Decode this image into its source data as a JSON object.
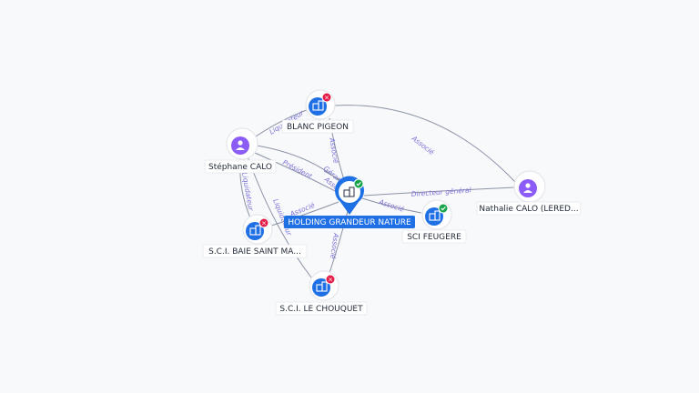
{
  "colors": {
    "company": "#1f6fe5",
    "person": "#8b5cf6",
    "active_badge": "#16a34a",
    "inactive_badge": "#e11d48",
    "edge": "#8a93a6",
    "edge_label": "#7a6fd6"
  },
  "nodes": {
    "holding": {
      "label": "HOLDING GRANDEUR NATURE",
      "kind": "company",
      "status": "active",
      "icon": "building-icon"
    },
    "blanc": {
      "label": "BLANC PIGEON",
      "kind": "company",
      "status": "inactive",
      "icon": "building-icon"
    },
    "stephane": {
      "label": "Stéphane CALO",
      "kind": "person",
      "icon": "person-icon"
    },
    "nathalie": {
      "label": "Nathalie CALO (LERED...",
      "kind": "person",
      "icon": "person-icon"
    },
    "sci_feugere": {
      "label": "SCI FEUGERE",
      "kind": "company",
      "status": "active",
      "icon": "building-icon"
    },
    "baie": {
      "label": "S.C.I. BAIE SAINT MA...",
      "kind": "company",
      "status": "inactive",
      "icon": "building-icon"
    },
    "chouquet": {
      "label": "S.C.I. LE CHOUQUET",
      "kind": "company",
      "status": "inactive",
      "icon": "building-icon"
    }
  },
  "edges": {
    "stephane_blanc": "Liquidateur",
    "stephane_holding": "Président",
    "stephane_holding_gerant": "Gérant",
    "stephane_baie": "Liquidateur",
    "stephane_chouquet": "Liquidateur",
    "blanc_holding": "Associé",
    "nathalie_blanc": "Associé",
    "nathalie_holding": "Directeur général",
    "holding_sci": "Associé",
    "holding_baie": "Associé",
    "holding_chouquet": "Associé",
    "holding_sci2": "Associé"
  }
}
